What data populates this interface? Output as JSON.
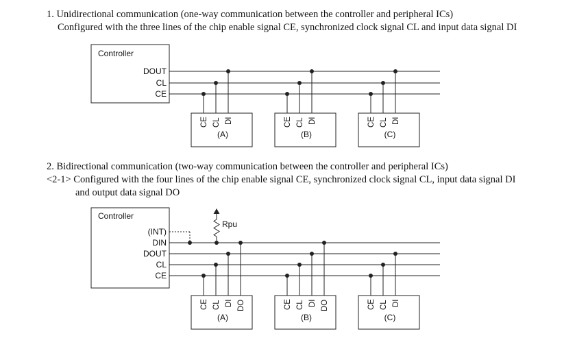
{
  "section1": {
    "title": "1. Unidirectional communication (one-way communication between the controller and peripheral ICs)",
    "description": "Configured with the three lines of the chip enable signal CE, synchronized clock signal CL and input data signal DI",
    "controller_label": "Controller",
    "signals": [
      "DOUT",
      "CL",
      "CE"
    ],
    "devices": [
      {
        "label": "(A)",
        "pins": [
          "CE",
          "CL",
          "DI"
        ]
      },
      {
        "label": "(B)",
        "pins": [
          "CE",
          "CL",
          "DI"
        ]
      },
      {
        "label": "(C)",
        "pins": [
          "CE",
          "CL",
          "DI"
        ]
      }
    ]
  },
  "section2": {
    "title": "2. Bidirectional communication (two-way communication between the controller and peripheral ICs)",
    "description_line1": "<2-1> Configured with the four lines of the chip enable signal CE, synchronized clock signal CL, input data signal DI",
    "description_line2": "and output data signal DO",
    "controller_label": "Controller",
    "signals": [
      "(INT)",
      "DIN",
      "DOUT",
      "CL",
      "CE"
    ],
    "pullup_label": "Rpu",
    "devices": [
      {
        "label": "(A)",
        "pins": [
          "CE",
          "CL",
          "DI",
          "DO"
        ]
      },
      {
        "label": "(B)",
        "pins": [
          "CE",
          "CL",
          "DI",
          "DO"
        ]
      },
      {
        "label": "(C)",
        "pins": [
          "CE",
          "CL",
          "DI"
        ]
      }
    ]
  }
}
